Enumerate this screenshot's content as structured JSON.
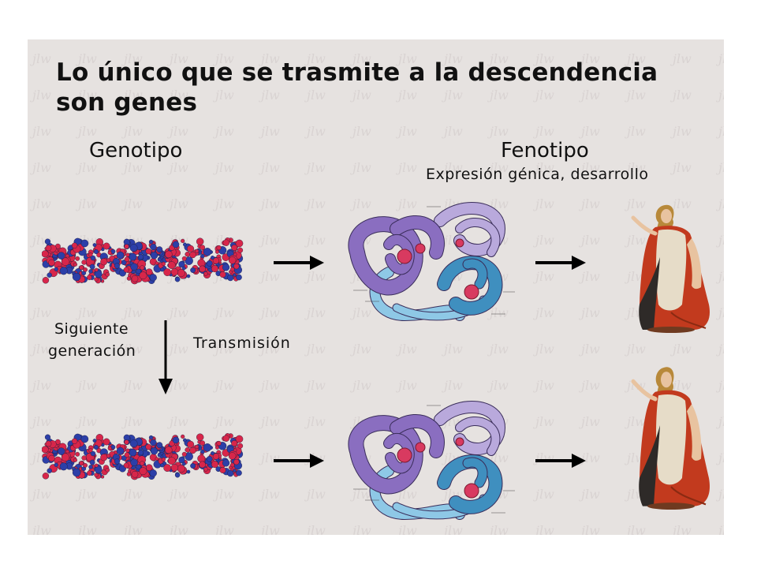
{
  "title": {
    "line1": "Lo único que se trasmite a la descendencia",
    "line2": "son genes"
  },
  "labels": {
    "genotipo": "Genotipo",
    "fenotipo": "Fenotipo",
    "expresion": "Expresión génica, desarrollo",
    "siguiente_line1": "Siguiente",
    "siguiente_line2": "generación",
    "transmision": "Transmisión"
  },
  "colors": {
    "background": "#e6e2e0",
    "dna_red": "#d8264a",
    "dna_blue": "#2c3fa8",
    "protein_purple": "#8a6ec0",
    "protein_lavender": "#b9a9dc",
    "protein_teal": "#3f8fbf",
    "protein_lightblue": "#8ec8e6",
    "robe_red": "#c23a1e",
    "arrow": "#000000"
  },
  "icons": [
    "dna-double-helix-icon",
    "protein-structure-icon",
    "renaissance-woman-figure-icon",
    "right-arrow-icon",
    "down-arrow-icon"
  ]
}
